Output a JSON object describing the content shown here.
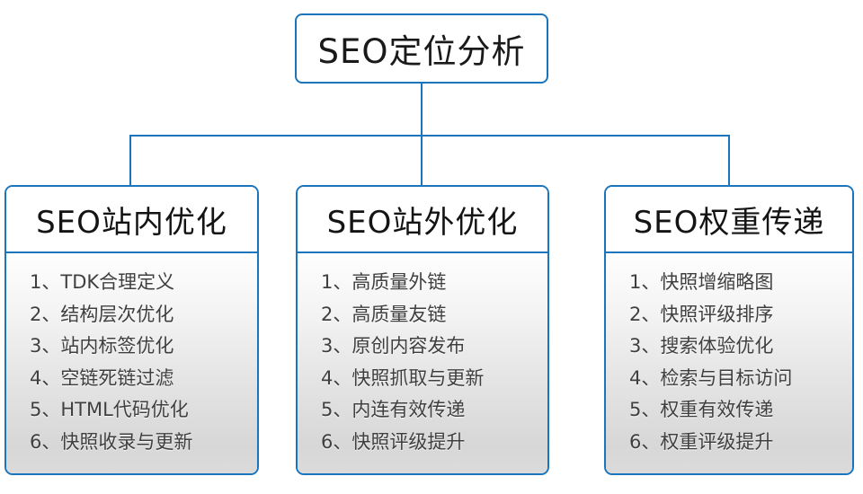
{
  "root": {
    "title": "SEO定位分析"
  },
  "columns": [
    {
      "title": "SEO站内优化",
      "items": [
        "1、TDK合理定义",
        "2、结构层次优化",
        "3、站内标签优化",
        "4、空链死链过滤",
        "5、HTML代码优化",
        "6、快照收录与更新"
      ]
    },
    {
      "title": "SEO站外优化",
      "items": [
        "1、高质量外链",
        "2、高质量友链",
        "3、原创内容发布",
        "4、快照抓取与更新",
        "5、内连有效传递",
        "6、快照评级提升"
      ]
    },
    {
      "title": "SEO权重传递",
      "items": [
        "1、快照增缩略图",
        "2、快照评级排序",
        "3、搜索体验优化",
        "4、检索与目标访问",
        "5、权重有效传递",
        "6、权重评级提升"
      ]
    }
  ],
  "colors": {
    "accent": "#1b75bc",
    "title_text": "#1a1a1a",
    "item_text": "#3f3f3f",
    "panel_gradient_top": "#ffffff",
    "panel_gradient_bottom": "#d7d7d7"
  }
}
